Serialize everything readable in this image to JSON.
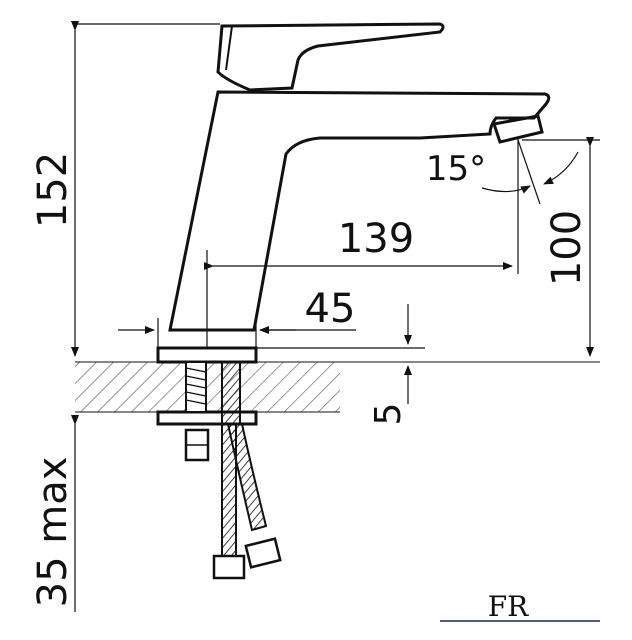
{
  "dimensions": {
    "total_height": "152",
    "spout_reach": "139",
    "body_width": "45",
    "spout_height": "100",
    "spout_angle": "15°",
    "deck_offset": "5",
    "mount_max": "35 max"
  },
  "logo": {
    "text": "FR"
  },
  "colors": {
    "ink": "#111111",
    "hatch": "#555555",
    "logo_navy": "#1f2a5a"
  }
}
